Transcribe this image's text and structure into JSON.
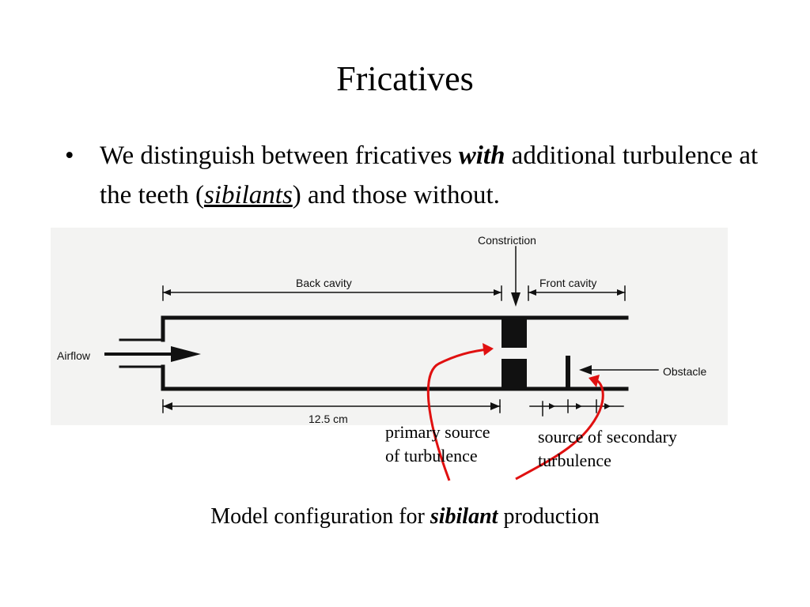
{
  "slide": {
    "title": "Fricatives",
    "bullet": {
      "mark": "•",
      "part1": "We distinguish between fricatives ",
      "emphasis": "with",
      "part2": " additional turbulence at the teeth (",
      "term": "sibilants",
      "part3": ") and those without."
    }
  },
  "figure": {
    "labels": {
      "constriction": "Constriction",
      "back_cavity": "Back cavity",
      "front_cavity": "Front cavity",
      "airflow": "Airflow",
      "obstacle": "Obstacle",
      "length": "12.5 cm"
    },
    "annotations": {
      "primary_line1": "primary source",
      "primary_line2": "of turbulence",
      "secondary_line1": "source of secondary",
      "secondary_line2": "turbulence"
    },
    "colors": {
      "annotation_arrow": "#e01010",
      "diagram_ink": "#111111"
    }
  },
  "caption": {
    "part1": "Model configuration for ",
    "emphasis": "sibilant",
    "part2": " production"
  }
}
